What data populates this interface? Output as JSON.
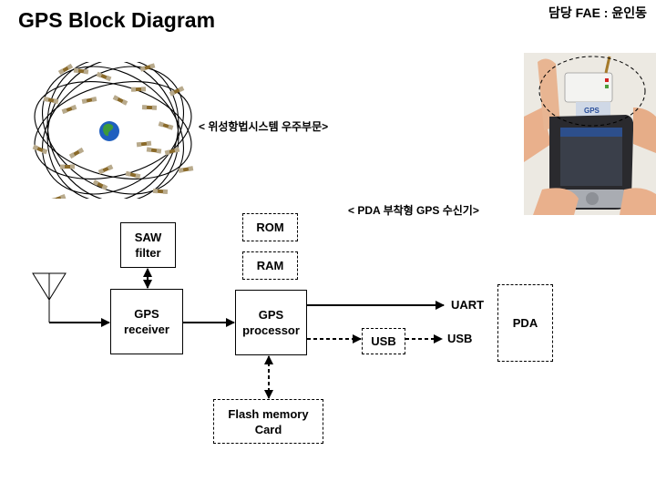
{
  "header": {
    "title": "GPS Block Diagram",
    "author": "담당 FAE : 윤인동"
  },
  "illustrations": {
    "constellation_caption": "< 위성항법시스템 우주부문>",
    "pda_caption": "< PDA 부착형  GPS 수신기>",
    "gps_module_label": "GPS"
  },
  "blocks": {
    "saw_filter": "SAW\nfilter",
    "gps_receiver": "GPS\nreceiver",
    "rom": "ROM",
    "ram": "RAM",
    "gps_processor": "GPS\nprocessor",
    "usb_box": "USB",
    "flash_memory": "Flash memory\nCard",
    "pda": "PDA"
  },
  "connections": {
    "uart_label": "UART",
    "usb_label": "USB"
  },
  "colors": {
    "line": "#000000",
    "earth_ocean": "#1f5fbf",
    "earth_land": "#3d9a3a",
    "satellite_panel": "#b8aa8c",
    "satellite_body": "#8a6a2a"
  }
}
